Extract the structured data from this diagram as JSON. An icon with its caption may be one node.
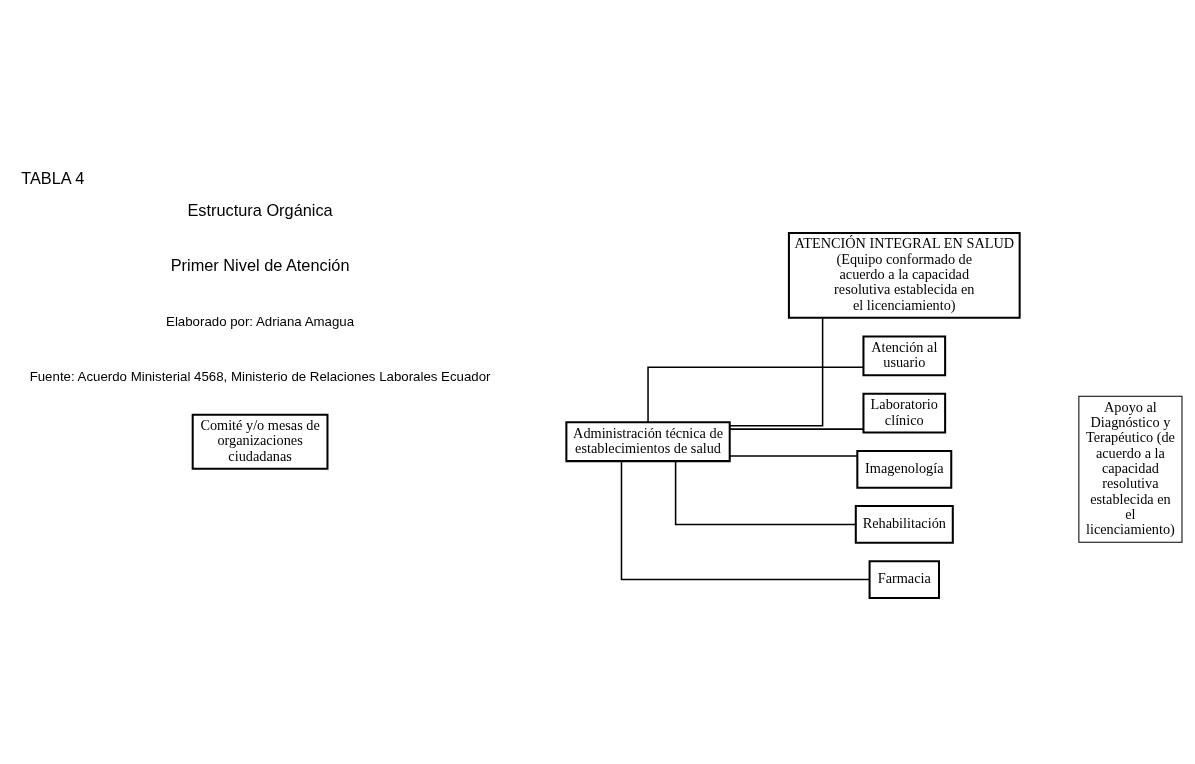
{
  "diagram": {
    "title": "TABLA 4",
    "nodes": [
      {
        "text": [
          "Comité y/o mesas de organizaciones ciudadanas"
        ]
      },
      {
        "text": [
          "Administración técnica de establecimientos de salud"
        ]
      },
      {
        "text": [
          "ATENCIÓN INTEGRAL EN SALUD",
          "(Equipo conformado de acuerdo a la capacidad resolutiva establecida en el licenciamiento)"
        ]
      },
      {
        "text": [
          "Atención al usuario"
        ]
      },
      {
        "text": [
          "Laboratorio clínico"
        ]
      },
      {
        "text": [
          "Imagenología"
        ]
      },
      {
        "text": [
          "Rehabilitación"
        ]
      },
      {
        "text": [
          "Farmacia"
        ]
      },
      {
        "text": [
          "Apoyo al Diagnóstico y Terapéutico (de acuerdo a la capacidad resolutiva establecida en el licenciamiento)"
        ]
      }
    ],
    "edges": [
      {
        "from": 1,
        "to": 2,
        "arrow": "none"
      },
      {
        "from": 1,
        "to": 3,
        "arrow": "none"
      },
      {
        "from": 1,
        "to": 4,
        "arrow": "none"
      },
      {
        "from": 1,
        "to": 5,
        "arrow": "none"
      },
      {
        "from": 1,
        "to": 6,
        "arrow": "none"
      },
      {
        "from": 1,
        "to": 7,
        "arrow": "none"
      }
    ],
    "labels": [
      "Estructura Orgánica",
      "Primer Nivel de Atención",
      "Elaborado por: Adriana Amagua",
      "Fuente: Acuerdo Ministerial 4568, Ministerio de Relaciones Laborales Ecuador"
    ]
  }
}
